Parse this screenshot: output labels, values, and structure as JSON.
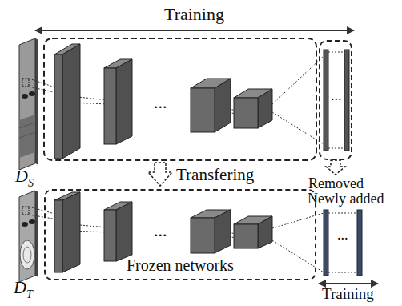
{
  "diagram": {
    "nodes": [
      {
        "text": [
          "Removed"
        ]
      },
      {
        "text": [
          "Frozen networks"
        ]
      }
    ],
    "labels": [
      "Training",
      "D",
      "S",
      "...",
      "...",
      "Transfering",
      "Newly added",
      "D",
      "T",
      "...",
      "...",
      "Training"
    ]
  }
}
